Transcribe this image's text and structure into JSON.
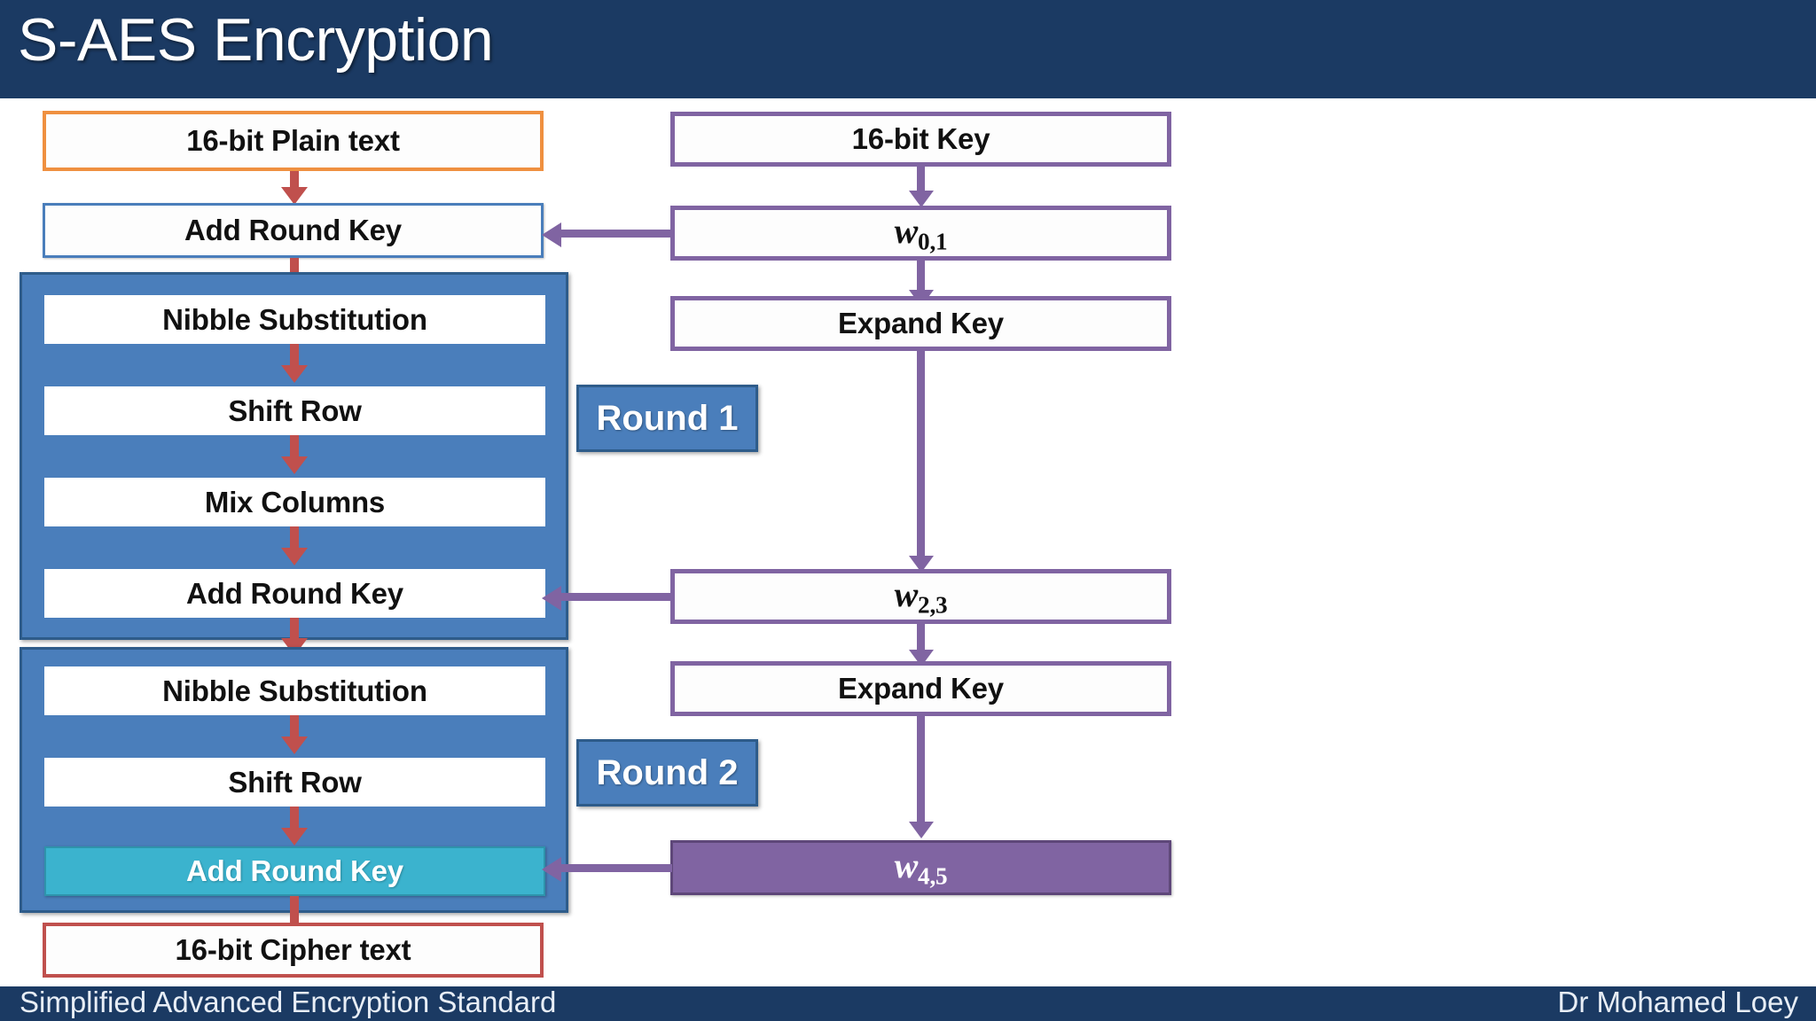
{
  "header": {
    "title": "S-AES Encryption"
  },
  "footer": {
    "left": "Simplified Advanced Encryption Standard",
    "right": "Dr Mohamed Loey"
  },
  "colors": {
    "header_bg": "#1b3a63",
    "plain_text_border": "#ef9040",
    "cipher_text_border": "#c0504d",
    "round_fill": "#4a7ebb",
    "round_border": "#2e5c8a",
    "key_border": "#8064a2",
    "key_fill": "#8064a2",
    "highlight_fill": "#3bb3ce",
    "data_arrow": "#c0504d",
    "key_arrow": "#8064a2"
  },
  "data_path": {
    "plain_text": "16-bit Plain text",
    "initial_add_round_key": "Add Round Key",
    "cipher_text": "16-bit Cipher text"
  },
  "rounds": [
    {
      "badge": "Round 1",
      "steps": [
        "Nibble Substitution",
        "Shift Row",
        "Mix Columns",
        "Add Round Key"
      ]
    },
    {
      "badge": "Round 2",
      "steps": [
        "Nibble Substitution",
        "Shift Row",
        "Add Round Key"
      ]
    }
  ],
  "key_path": {
    "key_input": "16-bit Key",
    "w01_base": "w",
    "w01_sub": "0,1",
    "expand_key_1": "Expand Key",
    "w23_base": "w",
    "w23_sub": "2,3",
    "expand_key_2": "Expand Key",
    "w45_base": "w",
    "w45_sub": "4,5"
  }
}
